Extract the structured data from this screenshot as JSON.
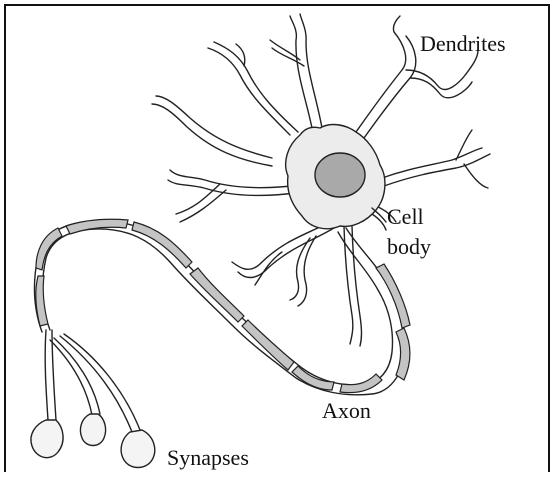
{
  "diagram": {
    "labels": {
      "dendrites": "Dendrites",
      "cell_line1": "Cell",
      "cell_line2": "body",
      "axon": "Axon",
      "synapses": "Synapses"
    },
    "colors": {
      "cell_fill": "#ececec",
      "nucleus_fill": "#a9a9a9",
      "myelin_fill": "#c4c4c4",
      "stroke": "#222222"
    }
  }
}
